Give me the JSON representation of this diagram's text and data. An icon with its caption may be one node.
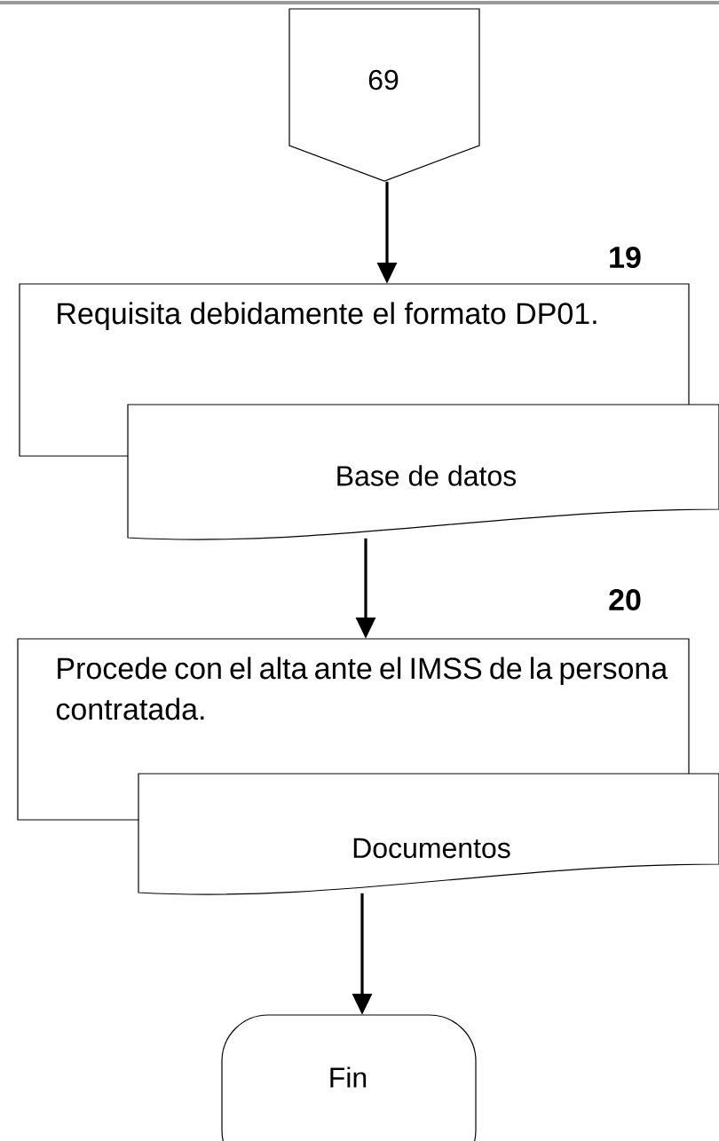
{
  "diagram": {
    "nodes": [
      {
        "text": [
          "69"
        ]
      },
      {
        "text": [
          "Requisita debidamente el formato DP01."
        ],
        "beside": [
          "19"
        ]
      },
      {
        "text": [
          "Base de datos"
        ]
      },
      {
        "text": [
          "Procede con el alta ante el IMSS de la persona contratada."
        ],
        "beside": [
          "20"
        ]
      },
      {
        "text": [
          "Documentos"
        ]
      },
      {
        "text": [
          "Fin"
        ]
      }
    ],
    "edges": [
      {
        "from": 0,
        "to": 1,
        "arrow": "to"
      },
      {
        "from": 2,
        "to": 3,
        "arrow": "to"
      },
      {
        "from": 4,
        "to": 5,
        "arrow": "to"
      }
    ]
  }
}
